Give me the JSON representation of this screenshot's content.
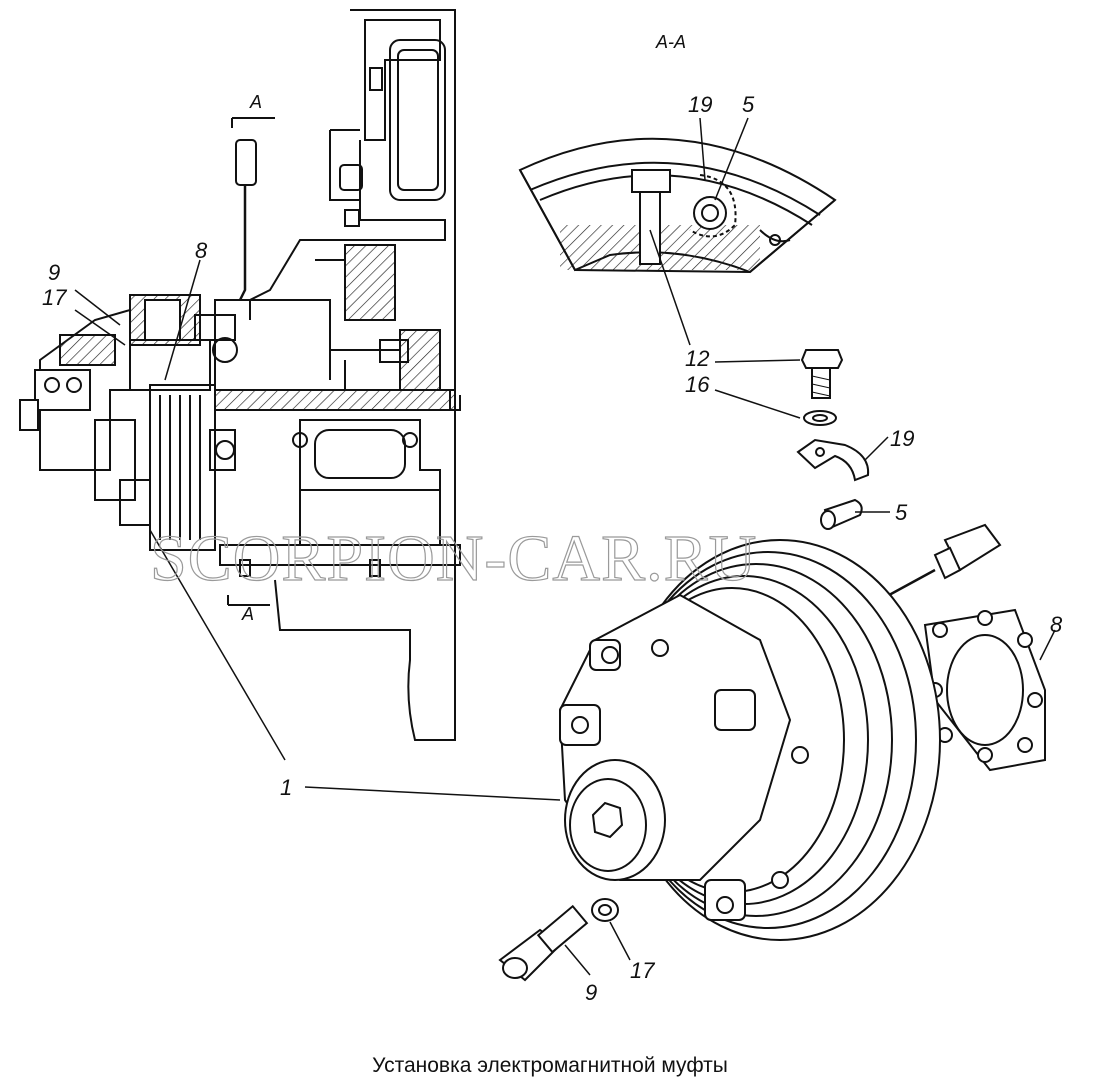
{
  "section_title": "A-A",
  "section_mark": "A",
  "callouts": {
    "c1": "1",
    "c5_top": "5",
    "c5_side": "5",
    "c8_left": "8",
    "c8_right": "8",
    "c9_left": "9",
    "c9_bottom": "9",
    "c12": "12",
    "c16": "16",
    "c17_left": "17",
    "c17_bottom": "17",
    "c19_top": "19",
    "c19_side": "19"
  },
  "watermark": "SCORPION-CAR.RU",
  "caption": "Установка электромагнитной муфты"
}
